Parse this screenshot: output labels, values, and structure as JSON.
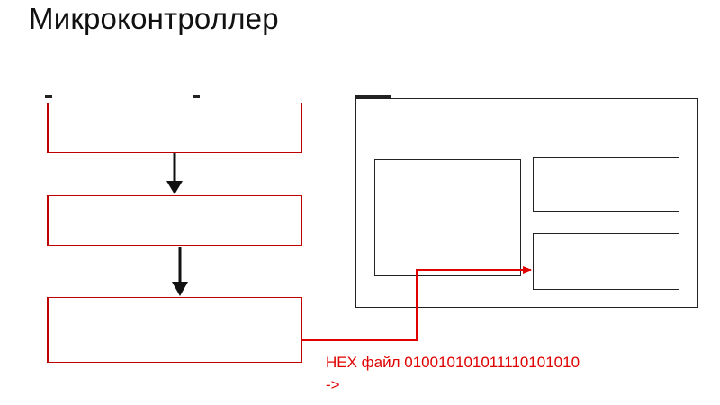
{
  "title": "Микроконтроллер",
  "hex_label": "HEX файл 01001010101111010101 0 ->",
  "hex_label_lines": [
    "HEX файл 010010101011110101010",
    "->"
  ],
  "colors": {
    "flow_border": "#c00000",
    "hex_arrow": "#e00000",
    "outline": "#222222"
  }
}
